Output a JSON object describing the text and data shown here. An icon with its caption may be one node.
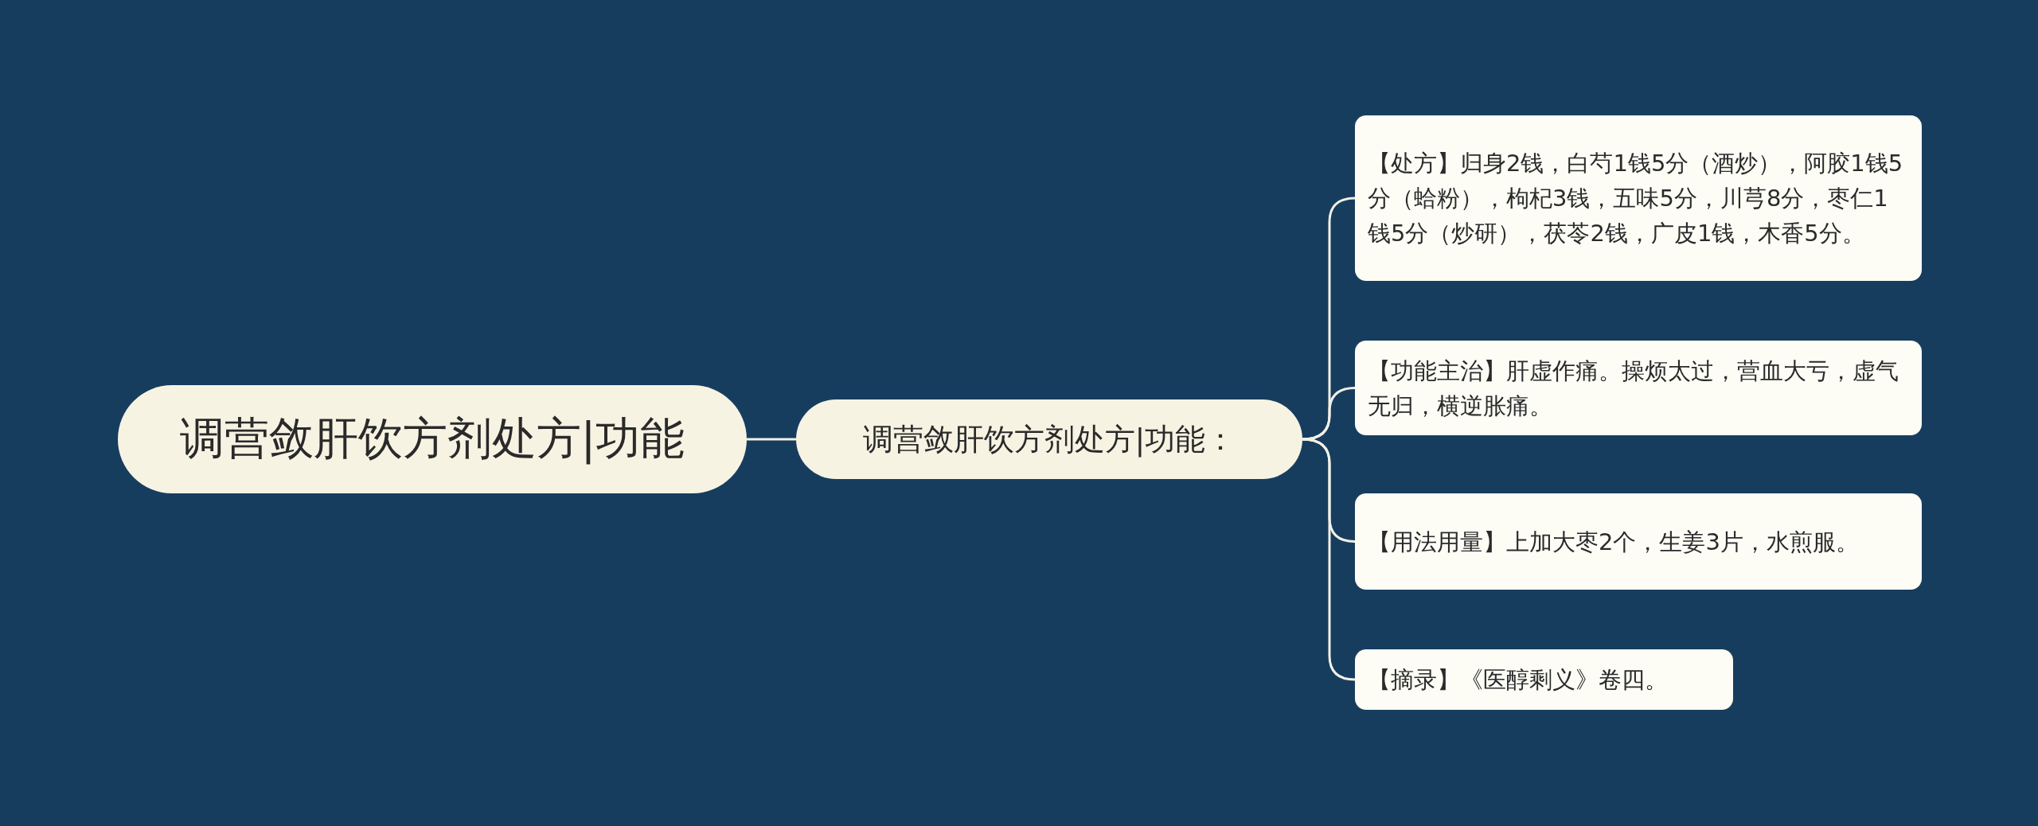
{
  "diagram": {
    "nodes": [
      {
        "text": [
          "调营敛肝饮方剂处方|功能"
        ]
      },
      {
        "text": [
          "调营敛肝饮方剂处方|功能："
        ]
      },
      {
        "text": [
          "【处方】归身2钱，白芍1钱5分（酒炒），阿胶1钱5分（蛤粉），枸杞3钱，五味5分，川芎8分，枣仁1钱5分（炒研），茯苓2钱，广皮1钱，木香5分。"
        ]
      },
      {
        "text": [
          "【功能主治】肝虚作痛。操烦太过，营血大亏，虚气无归，横逆胀痛。"
        ]
      },
      {
        "text": [
          "【用法用量】上加大枣2个，生姜3片，水煎服。"
        ]
      },
      {
        "text": [
          "【摘录】《医醇剩义》卷四。"
        ]
      }
    ],
    "edges": [
      {
        "from": 0,
        "to": 1,
        "arrow": "none"
      },
      {
        "from": 1,
        "to": 2,
        "arrow": "none"
      },
      {
        "from": 1,
        "to": 3,
        "arrow": "none"
      },
      {
        "from": 1,
        "to": 4,
        "arrow": "none"
      },
      {
        "from": 1,
        "to": 5,
        "arrow": "none"
      }
    ]
  }
}
